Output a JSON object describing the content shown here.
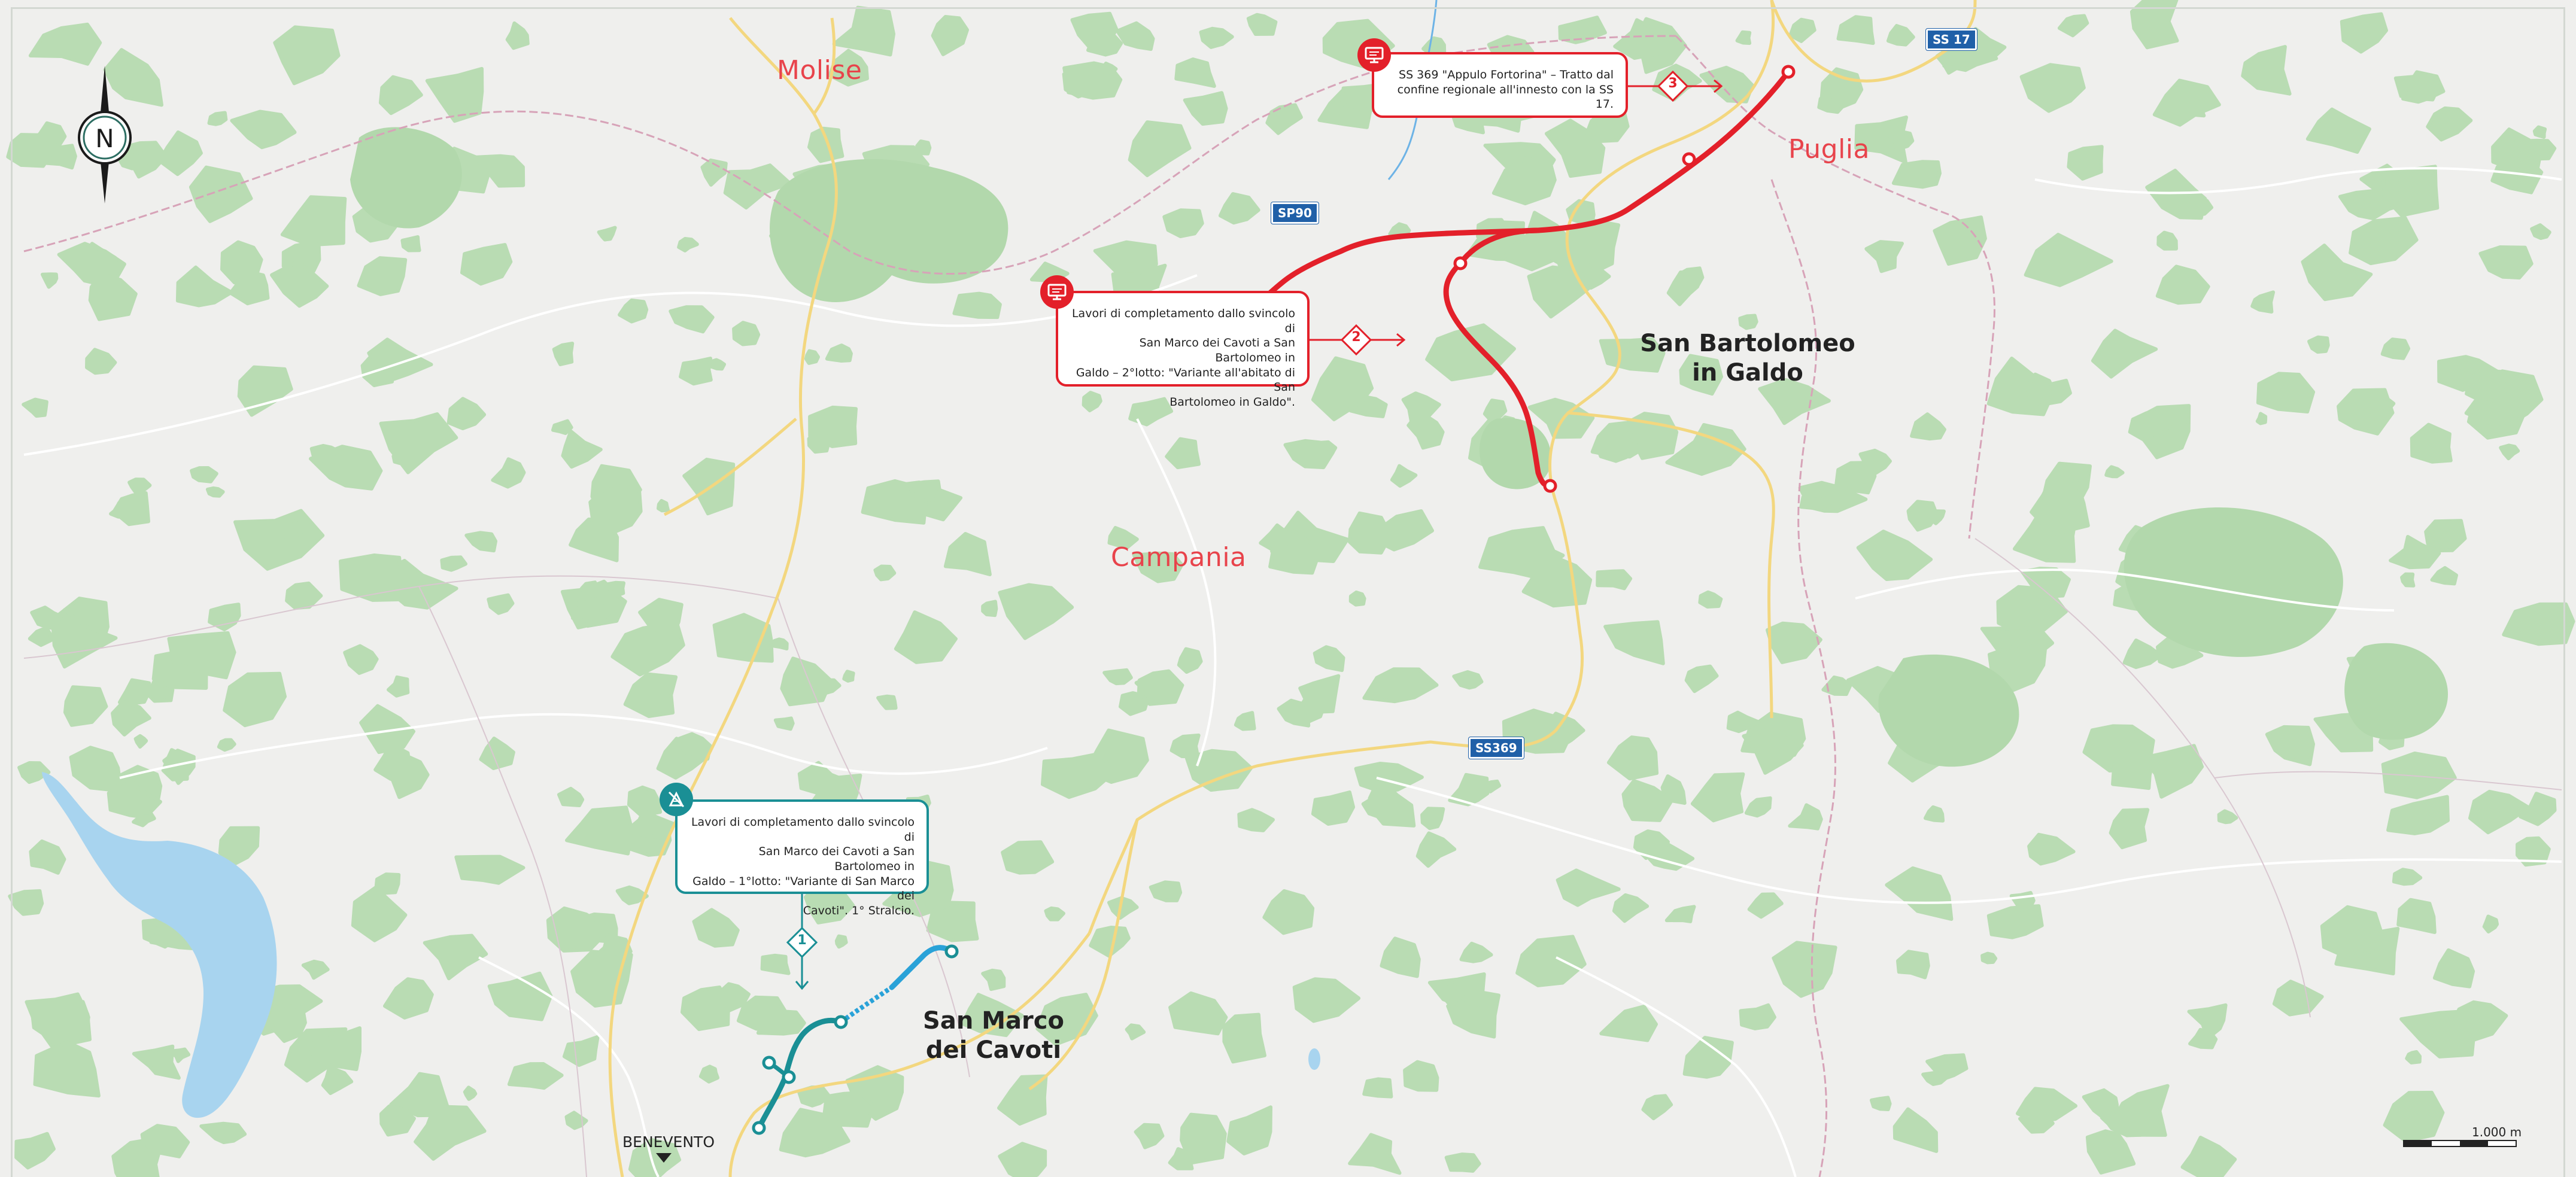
{
  "regions": {
    "molise": "Molise",
    "puglia": "Puglia",
    "campania": "Campania"
  },
  "towns": {
    "san_bartolomeo": [
      "San Bartolomeo",
      "in Galdo"
    ],
    "san_marco": [
      "San Marco",
      "dei Cavoti"
    ],
    "benevento": "BENEVENTO"
  },
  "roads": {
    "ss17": "SS 17",
    "sp90": "SP90",
    "ss369": "SS369"
  },
  "compass": {
    "letter": "N"
  },
  "scale": {
    "label": "1.000 m"
  },
  "callouts": {
    "lot1": {
      "number": "1",
      "lines": [
        "Lavori di completamento dallo svincolo di",
        "San Marco dei Cavoti a San Bartolomeo in",
        "Galdo – 1°lotto: \"Variante di San Marco dei",
        "Cavoti\". 1° Stralcio."
      ],
      "icon": "no-construction-icon"
    },
    "lot2": {
      "number": "2",
      "lines": [
        "Lavori di completamento dallo svincolo di",
        "San Marco dei Cavoti a San Bartolomeo in",
        "Galdo – 2°lotto: \"Variante all'abitato di San",
        "Bartolomeo in Galdo\"."
      ],
      "icon": "monitor-icon"
    },
    "lot3": {
      "number": "3",
      "lines": [
        "SS 369 \"Appulo Fortorina\" – Tratto dal",
        "confine regionale all'innesto con la SS 17."
      ],
      "icon": "monitor-icon"
    }
  },
  "colors": {
    "background": "#efefed",
    "forest": "#b9dcb3",
    "water": "#a8d4ef",
    "primary_road": "#f3d77f",
    "boundary": "#d7a3b8",
    "project_red": "#e3202a",
    "project_teal": "#1a8f95",
    "project_blue": "#2aa2d8"
  }
}
